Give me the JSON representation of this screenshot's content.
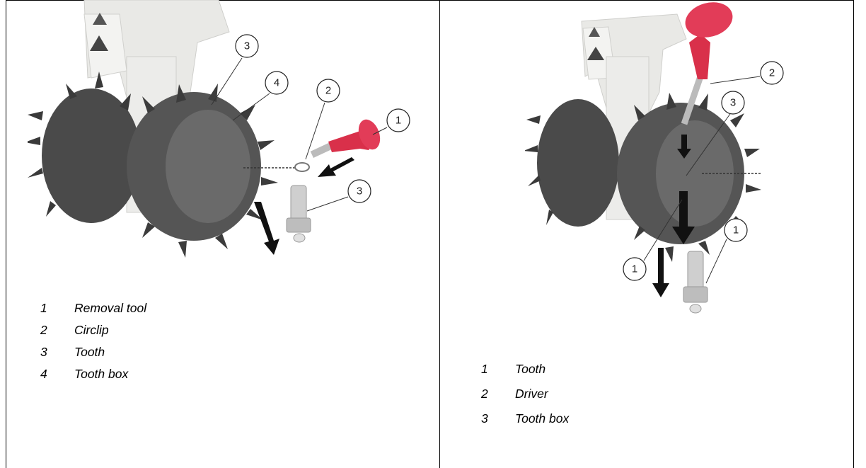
{
  "left_panel": {
    "callouts": [
      "3",
      "4",
      "2",
      "1",
      "3"
    ],
    "legend": [
      {
        "num": "1",
        "label": "Removal tool"
      },
      {
        "num": "2",
        "label": "Circlip"
      },
      {
        "num": "3",
        "label": "Tooth"
      },
      {
        "num": "4",
        "label": "Tooth box"
      }
    ]
  },
  "right_panel": {
    "callouts": [
      "2",
      "3",
      "1",
      "1"
    ],
    "legend": [
      {
        "num": "1",
        "label": "Tooth"
      },
      {
        "num": "2",
        "label": "Driver"
      },
      {
        "num": "3",
        "label": "Tooth box"
      }
    ]
  },
  "colors": {
    "tool_red": "#d9304a",
    "machine_white": "#e9e9e6",
    "drum_dark": "#4a4a4a"
  }
}
